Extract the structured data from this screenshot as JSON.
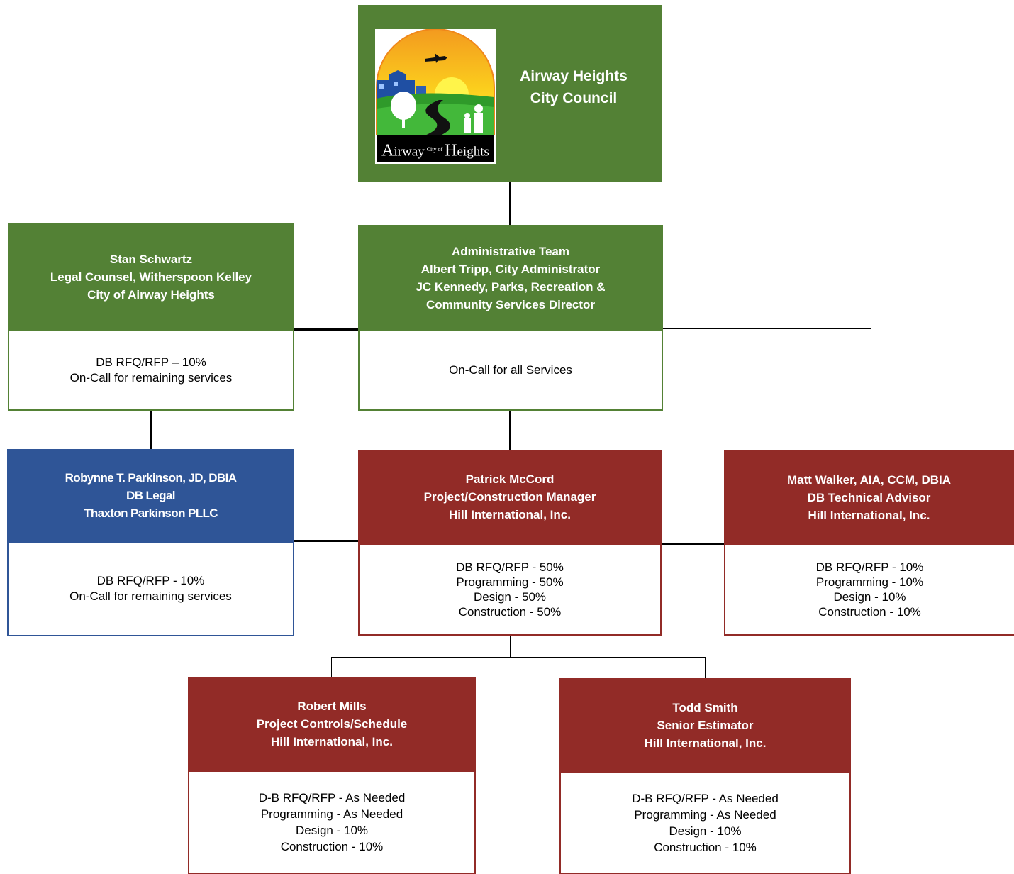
{
  "council": {
    "title_line1": "Airway Heights",
    "title_line2": "City Council",
    "logo": {
      "small_text": "City of",
      "text_a": "A",
      "text_irway": "irway",
      "text_h": "H",
      "text_eights": "eights"
    }
  },
  "legal_counsel": {
    "lines": [
      "Stan Schwartz",
      "Legal Counsel, Witherspoon Kelley",
      "City of Airway Heights"
    ],
    "scope": [
      "DB RFQ/RFP – 10%",
      "On-Call for remaining services"
    ]
  },
  "admin_team": {
    "lines": [
      "Administrative Team",
      "Albert Tripp, City Administrator",
      "JC Kennedy, Parks, Recreation &",
      "Community Services Director"
    ],
    "scope": [
      "On-Call for all Services"
    ]
  },
  "db_legal": {
    "lines": [
      "Robynne T. Parkinson, JD, DBIA",
      "DB Legal",
      "Thaxton Parkinson PLLC"
    ],
    "scope": [
      "DB RFQ/RFP - 10%",
      "On-Call for remaining services"
    ]
  },
  "project_manager": {
    "lines": [
      "Patrick McCord",
      "Project/Construction Manager",
      "Hill International, Inc."
    ],
    "scope": [
      "DB RFQ/RFP - 50%",
      "Programming - 50%",
      "Design - 50%",
      "Construction - 50%"
    ]
  },
  "technical_advisor": {
    "lines": [
      "Matt Walker, AIA, CCM, DBIA",
      "DB Technical Advisor",
      "Hill International, Inc."
    ],
    "scope": [
      "DB RFQ/RFP - 10%",
      "Programming - 10%",
      "Design - 10%",
      "Construction - 10%"
    ]
  },
  "project_controls": {
    "lines": [
      "Robert Mills",
      "Project Controls/Schedule",
      "Hill International, Inc."
    ],
    "scope": [
      "D-B RFQ/RFP - As Needed",
      "Programming - As Needed",
      "Design - 10%",
      "Construction - 10%"
    ]
  },
  "estimator": {
    "lines": [
      "Todd Smith",
      "Senior Estimator",
      "Hill International, Inc."
    ],
    "scope": [
      "D-B RFQ/RFP - As Needed",
      "Programming - As Needed",
      "Design - 10%",
      "Construction - 10%"
    ]
  },
  "colors": {
    "green": "#538135",
    "red": "#922b27",
    "blue": "#2f5597"
  }
}
